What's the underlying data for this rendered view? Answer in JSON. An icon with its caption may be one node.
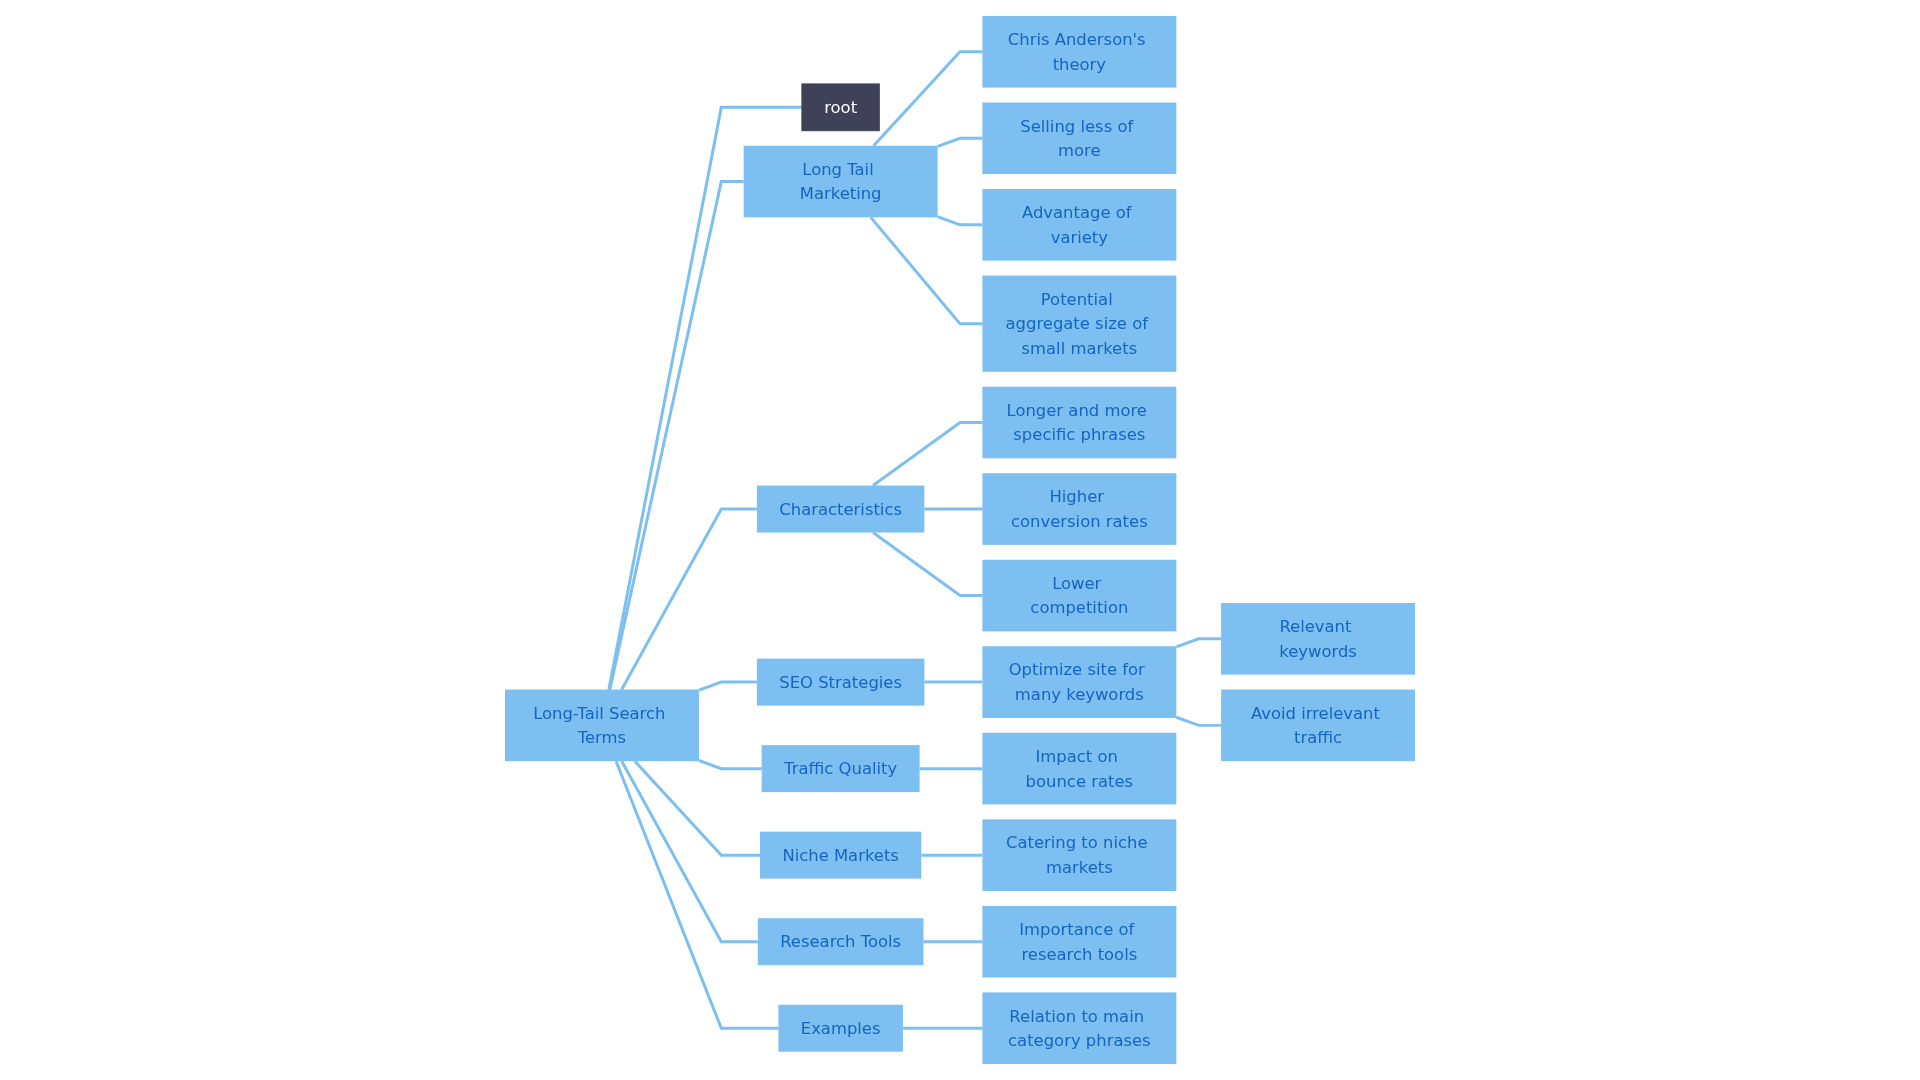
{
  "diagram": {
    "nodes": [
      {
        "text": [
          "Long-Tail Search Terms"
        ]
      },
      {
        "text": [
          "root"
        ]
      },
      {
        "text": [
          "Long Tail Marketing"
        ]
      },
      {
        "text": [
          "Chris Anderson's theory"
        ]
      },
      {
        "text": [
          "Selling less of more"
        ]
      },
      {
        "text": [
          "Advantage of variety"
        ]
      },
      {
        "text": [
          "Potential aggregate size of small markets"
        ]
      },
      {
        "text": [
          "Characteristics"
        ]
      },
      {
        "text": [
          "Longer and more specific phrases"
        ]
      },
      {
        "text": [
          "Higher conversion rates"
        ]
      },
      {
        "text": [
          "Lower competition"
        ]
      },
      {
        "text": [
          "SEO Strategies"
        ]
      },
      {
        "text": [
          "Optimize site for many keywords"
        ]
      },
      {
        "text": [
          "Relevant keywords"
        ]
      },
      {
        "text": [
          "Avoid irrelevant traffic"
        ]
      },
      {
        "text": [
          "Traffic Quality"
        ]
      },
      {
        "text": [
          "Impact on bounce rates"
        ]
      },
      {
        "text": [
          "Niche Markets"
        ]
      },
      {
        "text": [
          "Catering to niche markets"
        ]
      },
      {
        "text": [
          "Research Tools"
        ]
      },
      {
        "text": [
          "Importance of research tools"
        ]
      },
      {
        "text": [
          "Examples"
        ]
      },
      {
        "text": [
          "Relation to main category phrases"
        ]
      }
    ],
    "edges": [
      {
        "from": 0,
        "to": 1,
        "arrow": "none"
      },
      {
        "from": 0,
        "to": 2,
        "arrow": "none"
      },
      {
        "from": 2,
        "to": 3,
        "arrow": "none"
      },
      {
        "from": 2,
        "to": 4,
        "arrow": "none"
      },
      {
        "from": 2,
        "to": 5,
        "arrow": "none"
      },
      {
        "from": 2,
        "to": 6,
        "arrow": "none"
      },
      {
        "from": 0,
        "to": 7,
        "arrow": "none"
      },
      {
        "from": 7,
        "to": 8,
        "arrow": "none"
      },
      {
        "from": 7,
        "to": 9,
        "arrow": "none"
      },
      {
        "from": 7,
        "to": 10,
        "arrow": "none"
      },
      {
        "from": 0,
        "to": 11,
        "arrow": "none"
      },
      {
        "from": 11,
        "to": 12,
        "arrow": "none"
      },
      {
        "from": 12,
        "to": 13,
        "arrow": "none"
      },
      {
        "from": 12,
        "to": 14,
        "arrow": "none"
      },
      {
        "from": 0,
        "to": 15,
        "arrow": "none"
      },
      {
        "from": 15,
        "to": 16,
        "arrow": "none"
      },
      {
        "from": 0,
        "to": 17,
        "arrow": "none"
      },
      {
        "from": 17,
        "to": 18,
        "arrow": "none"
      },
      {
        "from": 0,
        "to": 19,
        "arrow": "none"
      },
      {
        "from": 19,
        "to": 20,
        "arrow": "none"
      },
      {
        "from": 0,
        "to": 21,
        "arrow": "none"
      },
      {
        "from": 21,
        "to": 22,
        "arrow": "none"
      }
    ]
  }
}
